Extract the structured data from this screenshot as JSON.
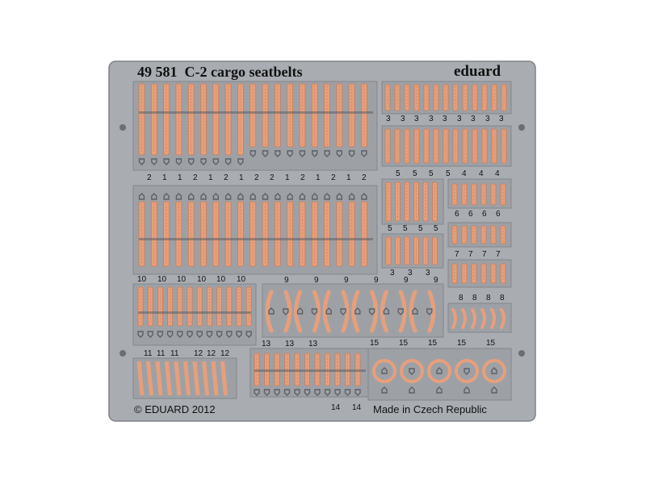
{
  "title": {
    "code": "49 581",
    "name": "C-2 cargo seatbelts"
  },
  "brand": "eduard",
  "footer": {
    "copyright": "© EDUARD 2012",
    "origin": "Made in Czech Republic"
  },
  "part_numbers": {
    "row_a": [
      "2",
      "1",
      "1",
      "2",
      "1",
      "2",
      "1",
      "2",
      "2",
      "1",
      "2",
      "1",
      "2",
      "1",
      "2"
    ],
    "row_3": [
      "3",
      "3",
      "3",
      "3",
      "3",
      "3",
      "3",
      "3",
      "3"
    ],
    "row_54": [
      "5",
      "5",
      "5",
      "5",
      "4",
      "4",
      "4"
    ],
    "row_6": [
      "6",
      "6",
      "6",
      "6"
    ],
    "row_5b": [
      "5",
      "5",
      "5",
      "5"
    ],
    "row_7": [
      "7",
      "7",
      "7",
      "7"
    ],
    "row_3b": [
      "3",
      "3",
      "3"
    ],
    "row_10": [
      "10",
      "10",
      "10",
      "10",
      "10",
      "10"
    ],
    "row_9": [
      "9",
      "9",
      "9",
      "9",
      "9",
      "9"
    ],
    "row_8": [
      "8",
      "8",
      "8",
      "8"
    ],
    "row_11_12": [
      "11",
      "11",
      "11",
      "12",
      "12",
      "12"
    ],
    "row_13": [
      "13",
      "13",
      "13"
    ],
    "row_15": [
      "15",
      "15",
      "15",
      "15",
      "15"
    ],
    "row_14": [
      "14",
      "14"
    ]
  },
  "colors": {
    "fret": "#a9adb2",
    "panel": "#9da1a6",
    "belt": "#e79f7b",
    "belt_dark": "#c97c57",
    "buckle": "#5d6166"
  }
}
